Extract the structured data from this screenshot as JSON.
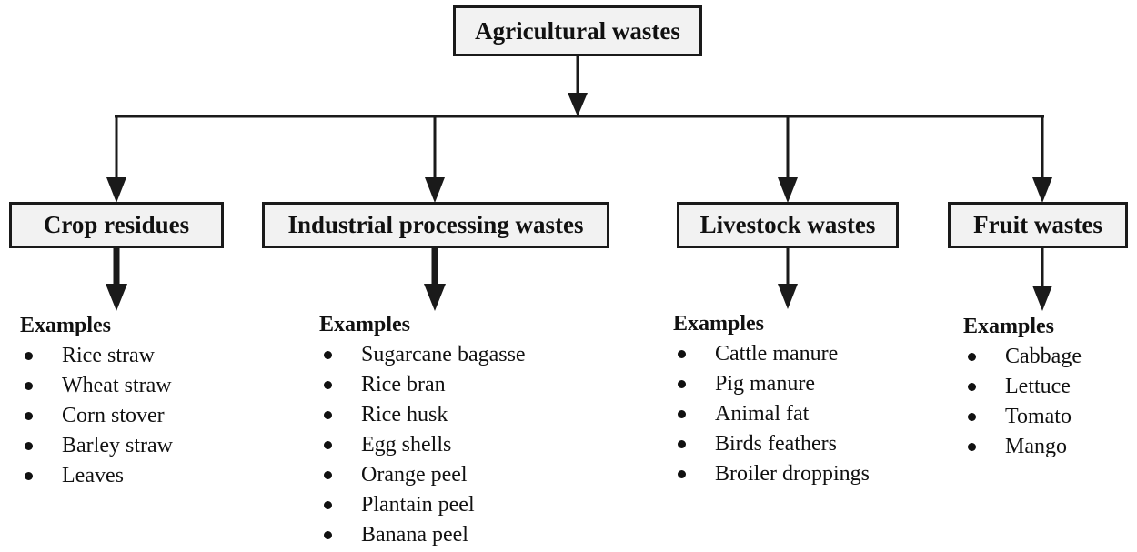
{
  "root": {
    "label": "Agricultural wastes"
  },
  "categories": [
    {
      "label": "Crop residues",
      "examples_heading": "Examples",
      "examples": [
        "Rice straw",
        "Wheat straw",
        "Corn stover",
        "Barley straw",
        "Leaves"
      ]
    },
    {
      "label": "Industrial processing wastes",
      "examples_heading": "Examples",
      "examples": [
        "Sugarcane bagasse",
        "Rice bran",
        "Rice husk",
        "Egg shells",
        "Orange peel",
        "Plantain peel",
        "Banana peel"
      ]
    },
    {
      "label": "Livestock wastes",
      "examples_heading": "Examples",
      "examples": [
        "Cattle manure",
        "Pig manure",
        "Animal fat",
        "Birds feathers",
        "Broiler droppings"
      ]
    },
    {
      "label": "Fruit wastes",
      "examples_heading": "Examples",
      "examples": [
        "Cabbage",
        "Lettuce",
        "Tomato",
        "Mango"
      ]
    }
  ]
}
